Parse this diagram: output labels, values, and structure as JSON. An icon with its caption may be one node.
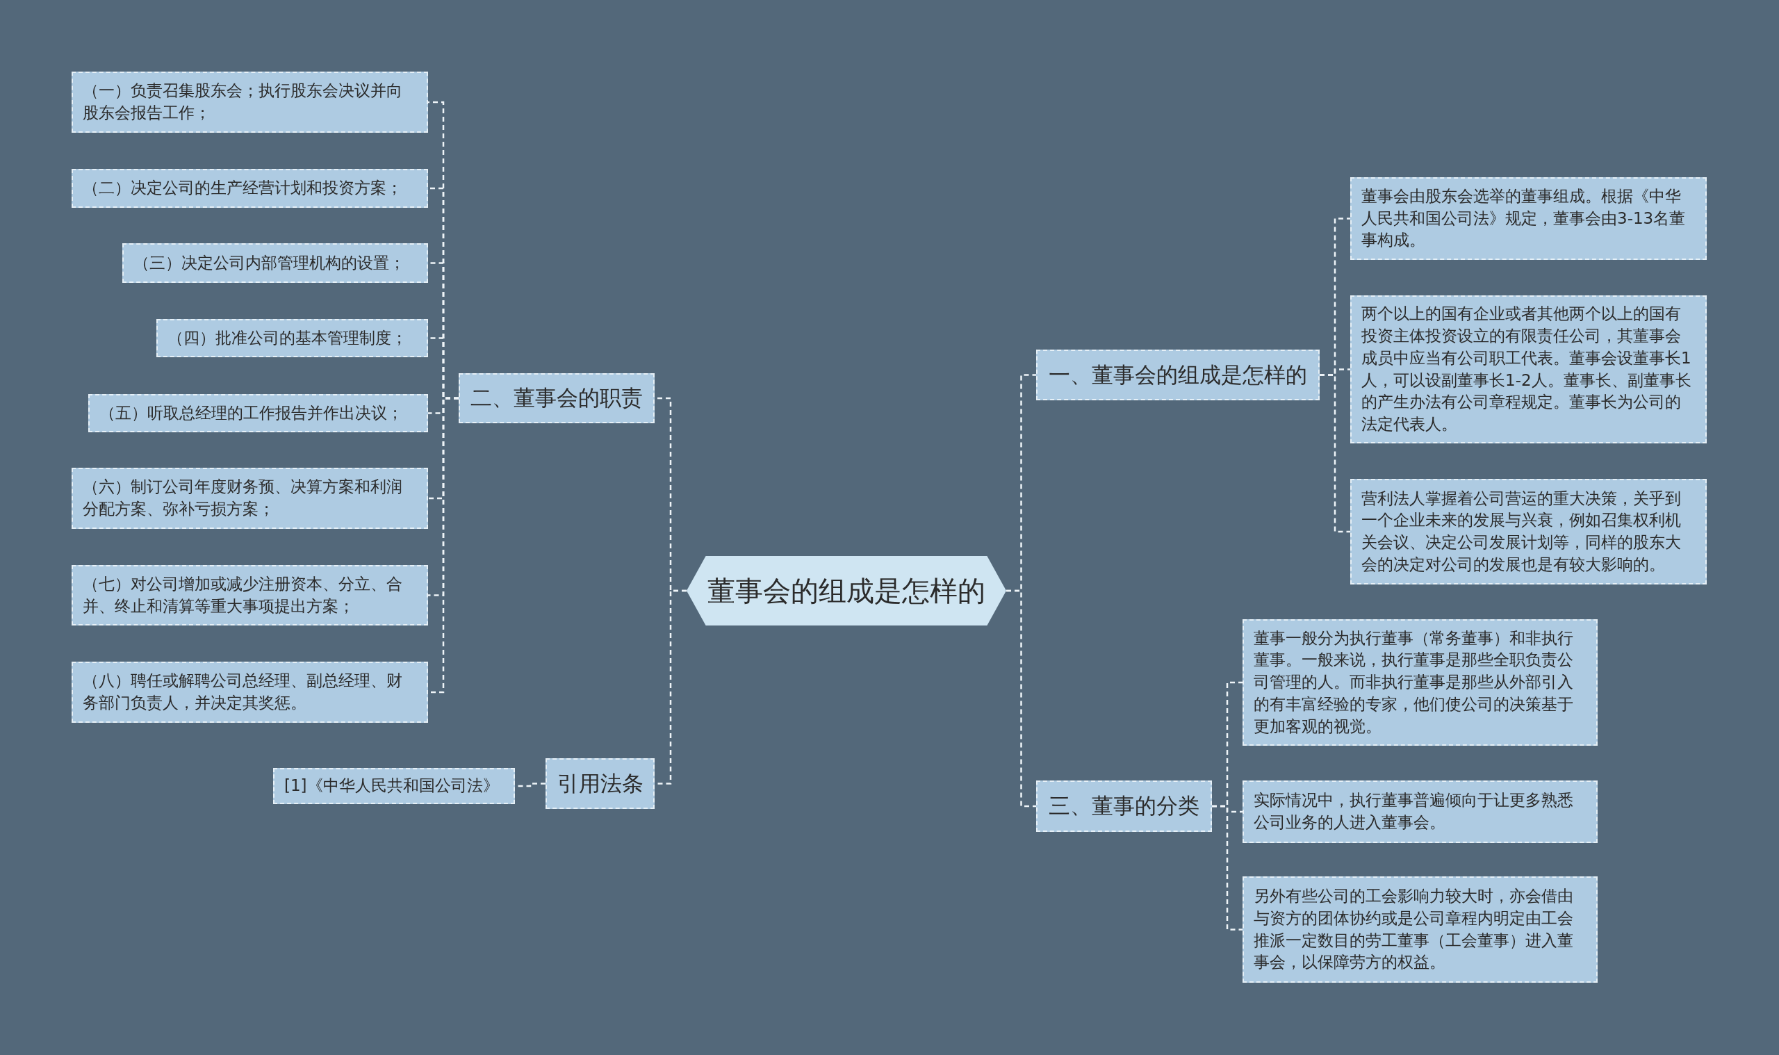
{
  "diagram": {
    "nodes": [
      {
        "text": [
          "董事会的组成是怎样的"
        ]
      },
      {
        "text": [
          "二、董事会的职责"
        ]
      },
      {
        "text": [
          "（一）负责召集股东会；执行股东会决议并向股东会报告工作；"
        ]
      },
      {
        "text": [
          "（二）决定公司的生产经营计划和投资方案；"
        ]
      },
      {
        "text": [
          "（三）决定公司内部管理机构的设置；"
        ]
      },
      {
        "text": [
          "（四）批准公司的基本管理制度；"
        ]
      },
      {
        "text": [
          "（五）听取总经理的工作报告并作出决议；"
        ]
      },
      {
        "text": [
          "（六）制订公司年度财务预、决算方案和利润分配方案、弥补亏损方案；"
        ]
      },
      {
        "text": [
          "（七）对公司增加或减少注册资本、分立、合并、终止和清算等重大事项提出方案；"
        ]
      },
      {
        "text": [
          "（八）聘任或解聘公司总经理、副总经理、财务部门负责人，并决定其奖惩。"
        ]
      },
      {
        "text": [
          "引用法条"
        ]
      },
      {
        "text": [
          "[1]《中华人民共和国公司法》"
        ]
      },
      {
        "text": [
          "一、董事会的组成是怎样的"
        ]
      },
      {
        "text": [
          "董事会由股东会选举的董事组成。根据《中华人民共和国公司法》规定，董事会由3-13名董事构成。"
        ]
      },
      {
        "text": [
          "两个以上的国有企业或者其他两个以上的国有投资主体投资设立的有限责任公司，其董事会成员中应当有公司职工代表。董事会设董事长1人，可以设副董事长1-2人。董事长、副董事长的产生办法有公司章程规定。董事长为公司的法定代表人。"
        ]
      },
      {
        "text": [
          "营利法人掌握着公司营运的重大决策，关乎到一个企业未来的发展与兴衰，例如召集权利机关会议、决定公司发展计划等，同样的股东大会的决定对公司的发展也是有较大影响的。"
        ]
      },
      {
        "text": [
          "三、董事的分类"
        ]
      },
      {
        "text": [
          "董事一般分为执行董事（常务董事）和非执行董事。一般来说，执行董事是那些全职负责公司管理的人。而非执行董事是那些从外部引入的有丰富经验的专家，他们使公司的决策基于更加客观的视觉。"
        ]
      },
      {
        "text": [
          "实际情况中，执行董事普遍倾向于让更多熟悉公司业务的人进入董事会。"
        ]
      },
      {
        "text": [
          "另外有些公司的工会影响力较大时，亦会借由与资方的团体协约或是公司章程内明定由工会推派一定数目的劳工董事（工会董事）进入董事会，以保障劳方的权益。"
        ]
      }
    ],
    "edges": [
      {
        "from": 0,
        "to": 1,
        "arrow": "none"
      },
      {
        "from": 1,
        "to": 2,
        "arrow": "none"
      },
      {
        "from": 1,
        "to": 3,
        "arrow": "none"
      },
      {
        "from": 1,
        "to": 4,
        "arrow": "none"
      },
      {
        "from": 1,
        "to": 5,
        "arrow": "none"
      },
      {
        "from": 1,
        "to": 6,
        "arrow": "none"
      },
      {
        "from": 1,
        "to": 7,
        "arrow": "none"
      },
      {
        "from": 1,
        "to": 8,
        "arrow": "none"
      },
      {
        "from": 1,
        "to": 9,
        "arrow": "none"
      },
      {
        "from": 0,
        "to": 10,
        "arrow": "none"
      },
      {
        "from": 10,
        "to": 11,
        "arrow": "none"
      },
      {
        "from": 0,
        "to": 12,
        "arrow": "none"
      },
      {
        "from": 12,
        "to": 13,
        "arrow": "none"
      },
      {
        "from": 12,
        "to": 14,
        "arrow": "none"
      },
      {
        "from": 12,
        "to": 15,
        "arrow": "none"
      },
      {
        "from": 0,
        "to": 16,
        "arrow": "none"
      },
      {
        "from": 16,
        "to": 17,
        "arrow": "none"
      },
      {
        "from": 16,
        "to": 18,
        "arrow": "none"
      },
      {
        "from": 16,
        "to": 19,
        "arrow": "none"
      }
    ]
  }
}
